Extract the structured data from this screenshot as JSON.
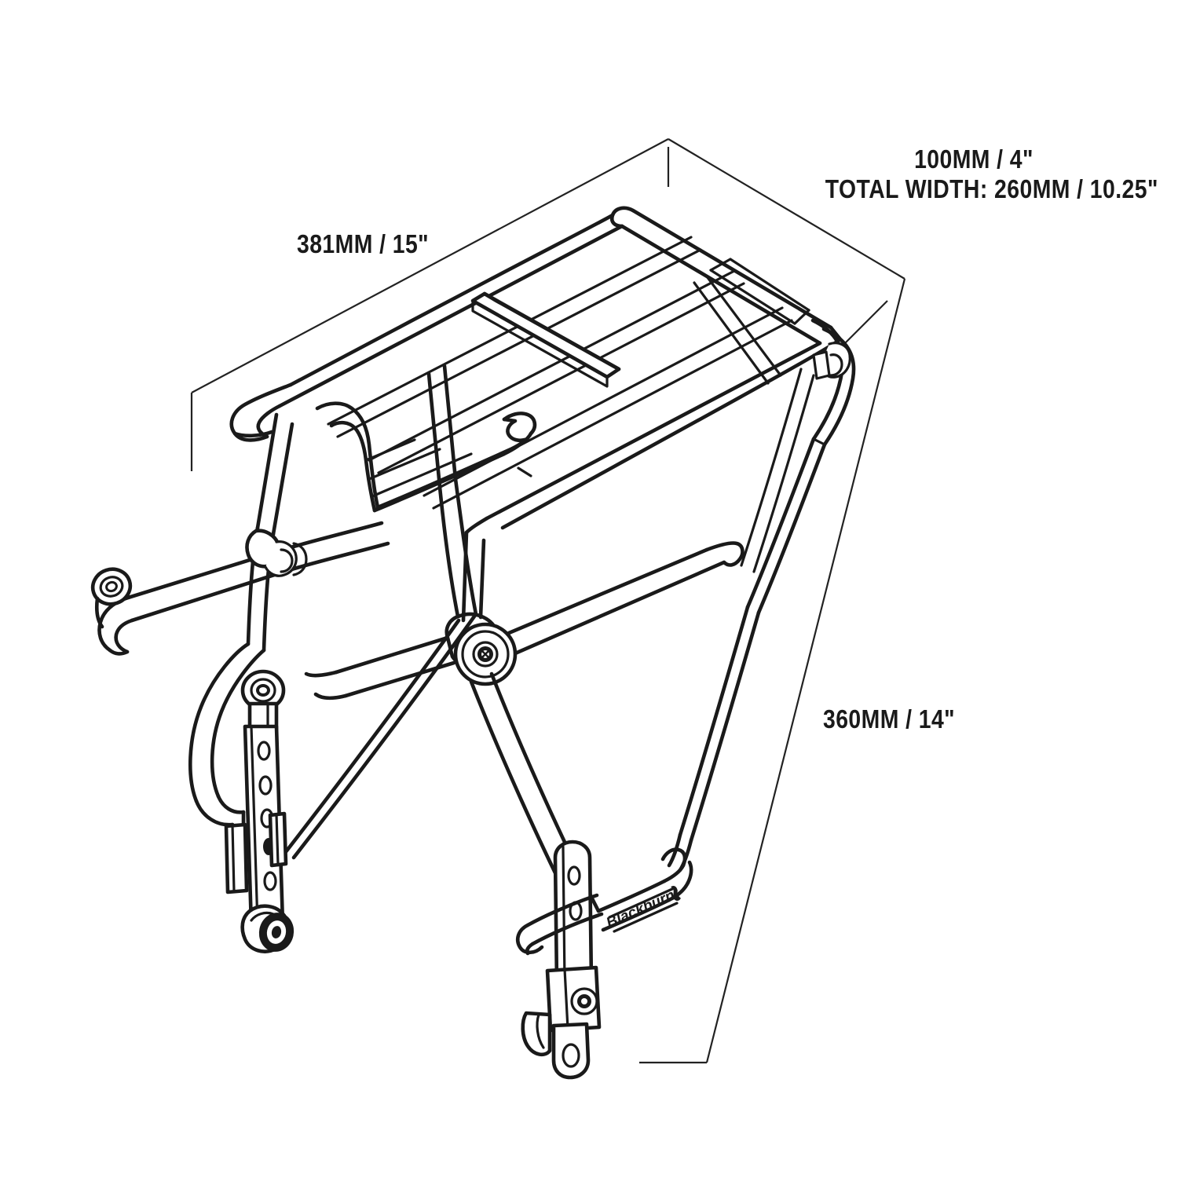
{
  "drawing": {
    "title": "Bicycle Rear Rack Technical Line Drawing",
    "subject": "Blackburn rear bike rack, isometric line art",
    "background_color": "#ffffff",
    "line_color": "#1a1a1a",
    "dimension_line_color": "#222222",
    "brand": {
      "name": "Blackburn",
      "location": "logo plate on lower right stay"
    }
  },
  "dimensions": {
    "length": {
      "label": "381MM / 15\"",
      "value_mm": 381,
      "value_in": 15,
      "axis": "length"
    },
    "depth": {
      "label": "100MM / 4\"",
      "value_mm": 100,
      "value_in": 4,
      "axis": "top-platform-depth"
    },
    "total_width": {
      "label": "TOTAL WIDTH: 260MM / 10.25\"",
      "value_mm": 260,
      "value_in": 10.25,
      "axis": "width"
    },
    "height": {
      "label": "360MM / 14\"",
      "value_mm": 360,
      "value_in": 14,
      "axis": "height"
    }
  },
  "components": {
    "top_platform": "slotted cargo deck with longitudinal rails and cross members",
    "front_stop": "curved bumper bar at front of deck",
    "side_stays": "tubular side stays with adjustable clamps",
    "left_strut": "perforated adjustment strut with slots and knurled thumb knob",
    "right_bracket": "perforated mounting bracket with two holes and hex bolt",
    "center_pivot": "hub joint with hex bolt",
    "left_eyelet": "tube end with mounting eyelet"
  }
}
